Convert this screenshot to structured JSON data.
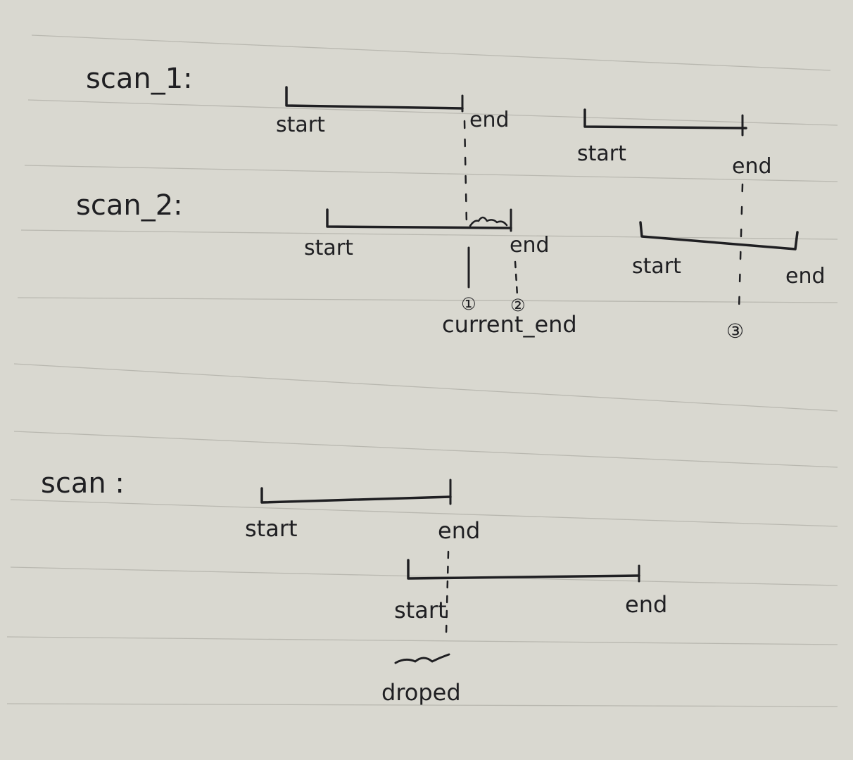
{
  "scan_1": {
    "label": "scan_1:",
    "interval_a": {
      "start": "start",
      "end": "end"
    },
    "interval_b": {
      "start": "start",
      "end": "end"
    }
  },
  "scan_2": {
    "label": "scan_2:",
    "interval_a": {
      "start": "start",
      "end": "end"
    },
    "interval_b": {
      "start": "start",
      "end": "end"
    },
    "markers": {
      "m1": "①",
      "m2": "②",
      "m3": "③"
    },
    "current_end": "current_end"
  },
  "scan": {
    "label": "scan :",
    "interval_a": {
      "start": "start",
      "end": "end"
    },
    "interval_b": {
      "start": "start",
      "end": "end"
    },
    "dropped": "droped"
  }
}
